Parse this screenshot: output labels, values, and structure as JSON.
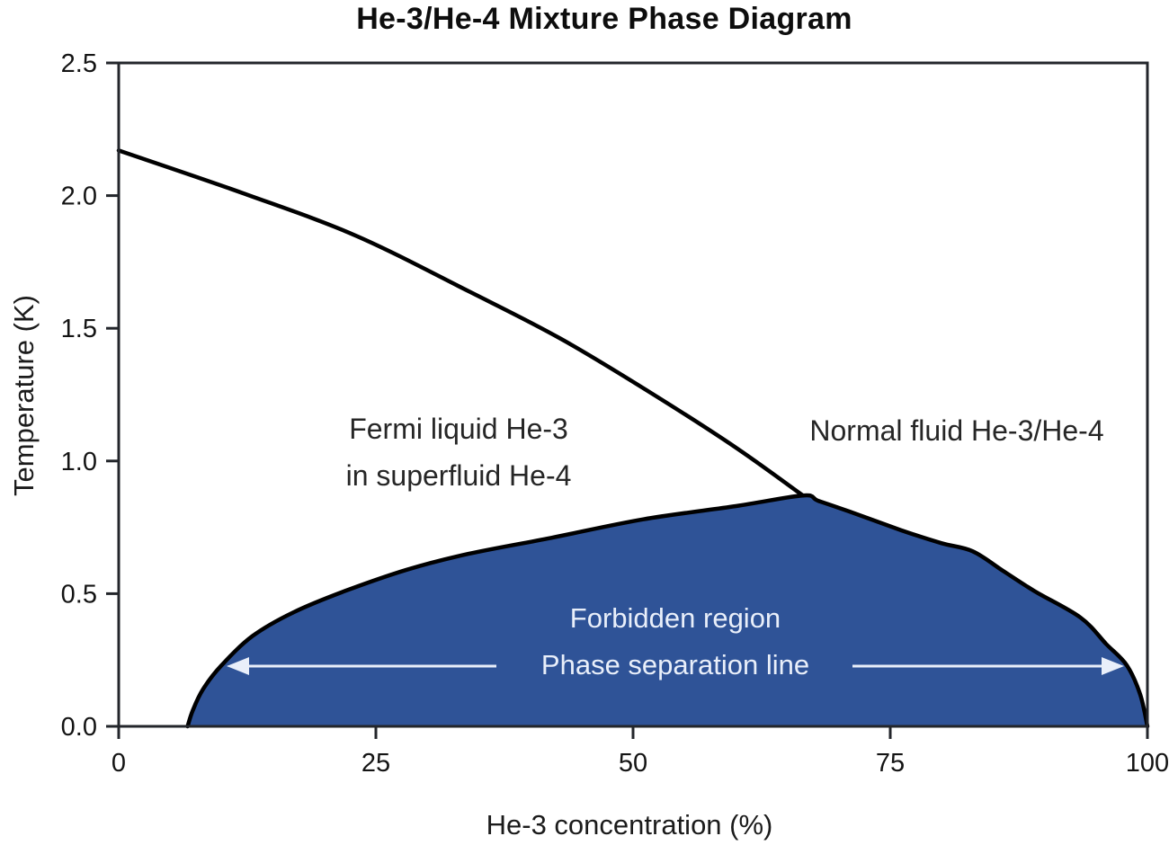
{
  "chart_data": {
    "type": "area",
    "title": "He-3/He-4 Mixture Phase Diagram",
    "xlabel": "He-3 concentration (%)",
    "ylabel": "Temperature (K)",
    "xlim": [
      0,
      100
    ],
    "ylim": [
      0.0,
      2.5
    ],
    "x_ticks": [
      {
        "value": 0,
        "label": "0"
      },
      {
        "value": 25,
        "label": "25"
      },
      {
        "value": 50,
        "label": "50"
      },
      {
        "value": 75,
        "label": "75"
      },
      {
        "value": 100,
        "label": "100"
      }
    ],
    "y_ticks": [
      {
        "value": 0.0,
        "label": "0.0"
      },
      {
        "value": 0.5,
        "label": "0.5"
      },
      {
        "value": 1.0,
        "label": "1.0"
      },
      {
        "value": 1.5,
        "label": "1.5"
      },
      {
        "value": 2.0,
        "label": "2.0"
      },
      {
        "value": 2.5,
        "label": "2.5"
      }
    ],
    "grid": false,
    "legend": false,
    "tricritical_point": {
      "x": 66.5,
      "t": 0.87
    },
    "series": [
      {
        "name": "lambda-line",
        "points": [
          [
            0,
            2.17
          ],
          [
            12,
            2.01
          ],
          [
            23,
            1.85
          ],
          [
            34,
            1.64
          ],
          [
            43,
            1.46
          ],
          [
            52,
            1.25
          ],
          [
            60,
            1.05
          ],
          [
            66.5,
            0.87
          ]
        ]
      },
      {
        "name": "phase-separation-left",
        "points": [
          [
            6.7,
            0.0
          ],
          [
            7.2,
            0.06
          ],
          [
            8.2,
            0.14
          ],
          [
            10,
            0.23
          ],
          [
            13,
            0.34
          ],
          [
            17,
            0.43
          ],
          [
            22,
            0.51
          ],
          [
            28,
            0.59
          ],
          [
            34,
            0.65
          ],
          [
            42,
            0.71
          ],
          [
            51,
            0.78
          ],
          [
            60,
            0.83
          ],
          [
            66.5,
            0.87
          ]
        ]
      },
      {
        "name": "phase-separation-right",
        "points": [
          [
            66.5,
            0.87
          ],
          [
            68,
            0.85
          ],
          [
            71,
            0.81
          ],
          [
            76,
            0.74
          ],
          [
            80,
            0.69
          ],
          [
            83,
            0.66
          ],
          [
            86,
            0.585
          ],
          [
            89,
            0.51
          ],
          [
            93.5,
            0.41
          ],
          [
            96,
            0.31
          ],
          [
            98,
            0.23
          ],
          [
            99.3,
            0.12
          ],
          [
            100,
            0.0
          ]
        ]
      }
    ],
    "annotations": {
      "fermi_line1": "Fermi liquid He-3",
      "fermi_line2": "in superfluid He-4",
      "normal_fluid": "Normal fluid He-3/He-4",
      "forbidden_region": "Forbidden region",
      "phase_separation": "Phase separation line"
    }
  },
  "colors": {
    "forbidden_fill": "#2F5397",
    "curve_stroke": "#000000",
    "axis_stroke": "#23262b",
    "light_text": "#e9effa",
    "dark_text": "#262626"
  }
}
